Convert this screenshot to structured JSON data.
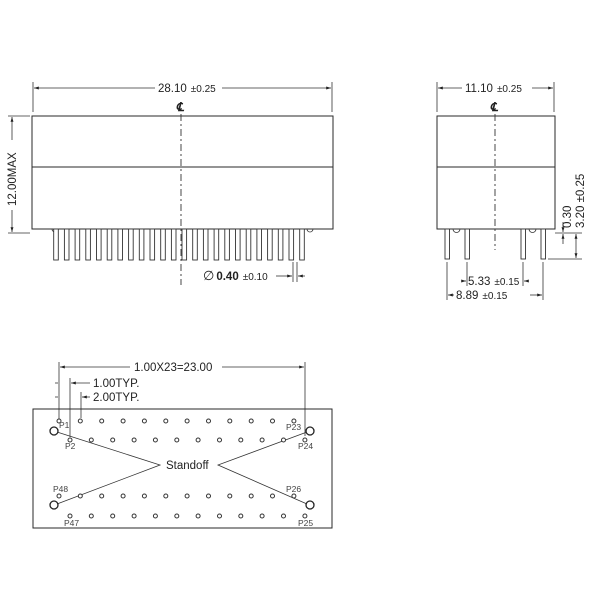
{
  "front_view": {
    "width_dim": "28.10",
    "width_tol": "±0.25",
    "height_dim": "12.00MAX",
    "centerline_symbol": "℄",
    "pin_diameter_symbol": "∅",
    "pin_diameter": "0.40",
    "pin_diameter_tol": "±0.10",
    "pin_count": 24
  },
  "side_view": {
    "width_dim": "11.10",
    "width_tol": "±0.25",
    "centerline_symbol": "℄",
    "standoff_dim": "0.30",
    "pin_length_dim": "3.20 ±0.25",
    "inner_row_spacing": "5.33",
    "inner_row_tol": "±0.15",
    "outer_row_spacing": "8.89",
    "outer_row_tol": "±0.15"
  },
  "bottom_view": {
    "overall_pitch": "1.00X23=23.00",
    "pitch_typ": "1.00TYP.",
    "row_pitch_typ": "2.00TYP.",
    "standoff_label": "Standoff",
    "pin_labels": {
      "p1": "P1",
      "p2": "P2",
      "p23": "P23",
      "p24": "P24",
      "p25": "P25",
      "p26": "P26",
      "p47": "P47",
      "p48": "P48"
    }
  },
  "colors": {
    "line": "#2a2a2a",
    "background": "#ffffff"
  }
}
